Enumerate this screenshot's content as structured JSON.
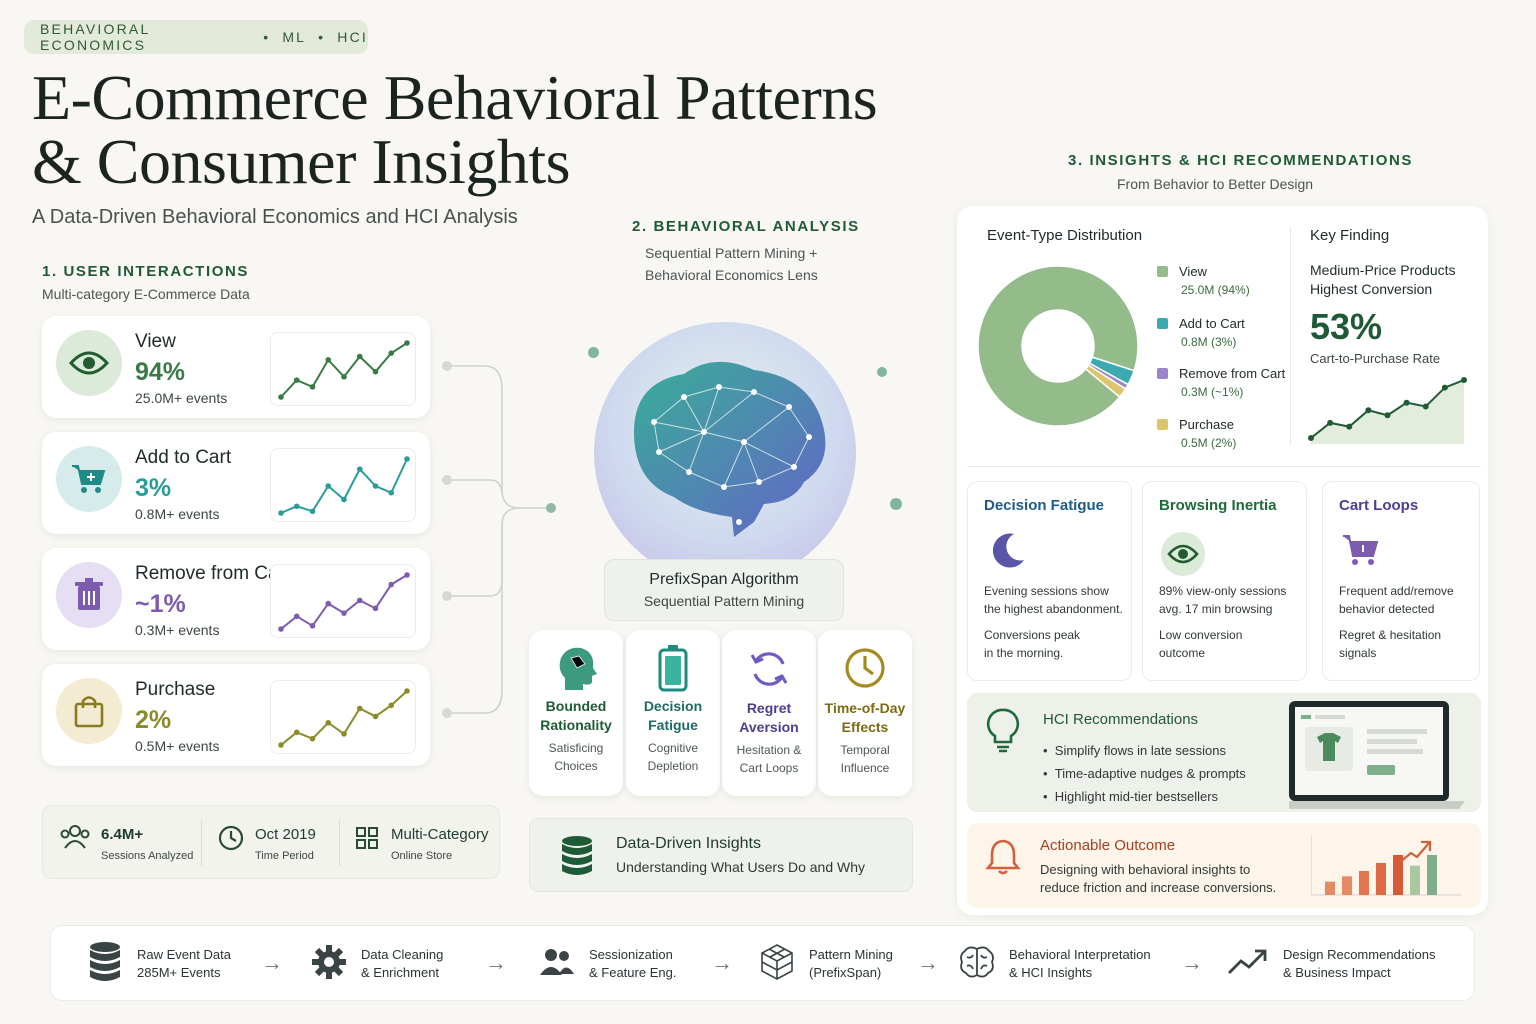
{
  "tags": [
    "BEHAVIORAL ECONOMICS",
    "ML",
    "HCI"
  ],
  "title_line1": "E-Commerce Behavioral Patterns",
  "title_line2": "& Consumer Insights",
  "subtitle": "A Data-Driven Behavioral Economics and HCI Analysis",
  "section1": {
    "heading": "1. USER INTERACTIONS",
    "sub": "Multi-category E-Commerce Data",
    "metrics": [
      {
        "name": "View",
        "pct": "94%",
        "events": "25.0M+ events",
        "color": "#3a7a44",
        "icon": "eye-icon",
        "trend": [
          2,
          3,
          2.6,
          4.2,
          3.2,
          4.4,
          3.5,
          4.6,
          5.2
        ]
      },
      {
        "name": "Add to Cart",
        "pct": "3%",
        "events": "0.8M+ events",
        "color": "#2a9d9a",
        "icon": "cart-icon",
        "trend": [
          2,
          2.4,
          2.1,
          3.6,
          2.8,
          4.6,
          3.6,
          3.2,
          5.2
        ]
      },
      {
        "name": "Remove from Cart",
        "pct": "~1%",
        "events": "0.3M+ events",
        "color": "#7d5cb0",
        "icon": "trash-icon",
        "trend": [
          2,
          2.8,
          2.2,
          3.6,
          3.0,
          3.8,
          3.3,
          4.8,
          5.4
        ]
      },
      {
        "name": "Purchase",
        "pct": "2%",
        "events": "0.5M+ events",
        "color": "#8a8c2a",
        "icon": "bag-icon",
        "trend": [
          2,
          2.8,
          2.4,
          3.4,
          2.7,
          4.3,
          3.8,
          4.5,
          5.4
        ]
      }
    ],
    "stats": [
      {
        "value": "6.4M+",
        "label": "Sessions Analyzed",
        "icon": "users-icon"
      },
      {
        "value": "Oct 2019",
        "label": "Time Period",
        "icon": "clock-icon"
      },
      {
        "value": "Multi-Category",
        "label": "Online Store",
        "icon": "grid-icon"
      }
    ]
  },
  "section2": {
    "heading": "2. BEHAVIORAL ANALYSIS",
    "sub1": "Sequential Pattern Mining +",
    "sub2": "Behavioral Economics Lens",
    "algo_title": "PrefixSpan Algorithm",
    "algo_sub": "Sequential Pattern Mining",
    "concepts": [
      {
        "title1": "Bounded",
        "title2": "Rationality",
        "sub1": "Satisficing",
        "sub2": "Choices",
        "color": "#1f5a37",
        "icon": "head-icon"
      },
      {
        "title1": "Decision",
        "title2": "Fatigue",
        "sub1": "Cognitive",
        "sub2": "Depletion",
        "color": "#1f7a74",
        "icon": "battery-icon"
      },
      {
        "title1": "Regret",
        "title2": "Aversion",
        "sub1": "Hesitation &",
        "sub2": "Cart Loops",
        "color": "#4b3f8f",
        "icon": "refresh-icon"
      },
      {
        "title1": "Time-of-Day",
        "title2": "Effects",
        "sub1": "Temporal",
        "sub2": "Influence",
        "color": "#7d6a12",
        "icon": "clock-icon"
      }
    ],
    "ddi_title": "Data-Driven Insights",
    "ddi_sub": "Understanding What Users Do and Why"
  },
  "section3": {
    "heading": "3. INSIGHTS & HCI RECOMMENDATIONS",
    "sub": "From Behavior to Better Design",
    "dist_title": "Event-Type Distribution",
    "key_title": "Key Finding",
    "key_line1": "Medium-Price Products",
    "key_line2": "Highest Conversion",
    "key_value": "53%",
    "key_label": "Cart-to-Purchase Rate",
    "key_trend": [
      1,
      2.2,
      1.9,
      3.2,
      2.8,
      3.8,
      3.5,
      5.0,
      5.6
    ],
    "patterns": [
      {
        "title": "Decision Fatigue",
        "color": "#1f5a8a",
        "icon": "moon-icon",
        "l1": "Evening sessions show",
        "l2": "the highest abandonment.",
        "l3": "Conversions peak",
        "l4": "in the morning."
      },
      {
        "title": "Browsing Inertia",
        "color": "#1f6a3a",
        "icon": "eye-icon",
        "l1": "89% view-only sessions",
        "l2": "avg. 17 min browsing",
        "l3": "Low conversion",
        "l4": "outcome"
      },
      {
        "title": "Cart Loops",
        "color": "#4b3f8f",
        "icon": "cart-icon",
        "l1": "Frequent add/remove",
        "l2": "behavior detected",
        "l3": "Regret & hesitation",
        "l4": "signals"
      }
    ],
    "hci_title": "HCI Recommendations",
    "hci_items": [
      "Simplify flows in late sessions",
      "Time-adaptive nudges & prompts",
      "Highlight mid-tier bestsellers"
    ],
    "act_title": "Actionable Outcome",
    "act_line1": "Designing with behavioral insights to",
    "act_line2": "reduce friction and increase conversions.",
    "act_bars": [
      1,
      1.4,
      1.8,
      2.4,
      3.0,
      2.2,
      3.0
    ]
  },
  "chart_data": {
    "type": "pie",
    "title": "Event-Type Distribution",
    "categories": [
      "View",
      "Add to Cart",
      "Remove from Cart",
      "Purchase"
    ],
    "values": [
      94,
      3,
      1,
      2
    ],
    "value_labels": [
      "25.0M (94%)",
      "0.8M (3%)",
      "0.3M (~1%)",
      "0.5M (2%)"
    ],
    "colors": [
      "#94bb8a",
      "#3aaab0",
      "#9a86c8",
      "#dcc56a"
    ]
  },
  "pipeline": [
    {
      "l1": "Raw Event Data",
      "l2": "285M+ Events",
      "icon": "database-icon"
    },
    {
      "l1": "Data Cleaning",
      "l2": "& Enrichment",
      "icon": "gear-icon"
    },
    {
      "l1": "Sessionization",
      "l2": "& Feature Eng.",
      "icon": "users-icon"
    },
    {
      "l1": "Pattern Mining",
      "l2": "(PrefixSpan)",
      "icon": "cube-network-icon"
    },
    {
      "l1": "Behavioral Interpretation",
      "l2": "& HCI Insights",
      "icon": "brain-icon"
    },
    {
      "l1": "Design Recommendations",
      "l2": "& Business Impact",
      "icon": "trend-up-icon"
    }
  ],
  "arrow_glyph": "→"
}
